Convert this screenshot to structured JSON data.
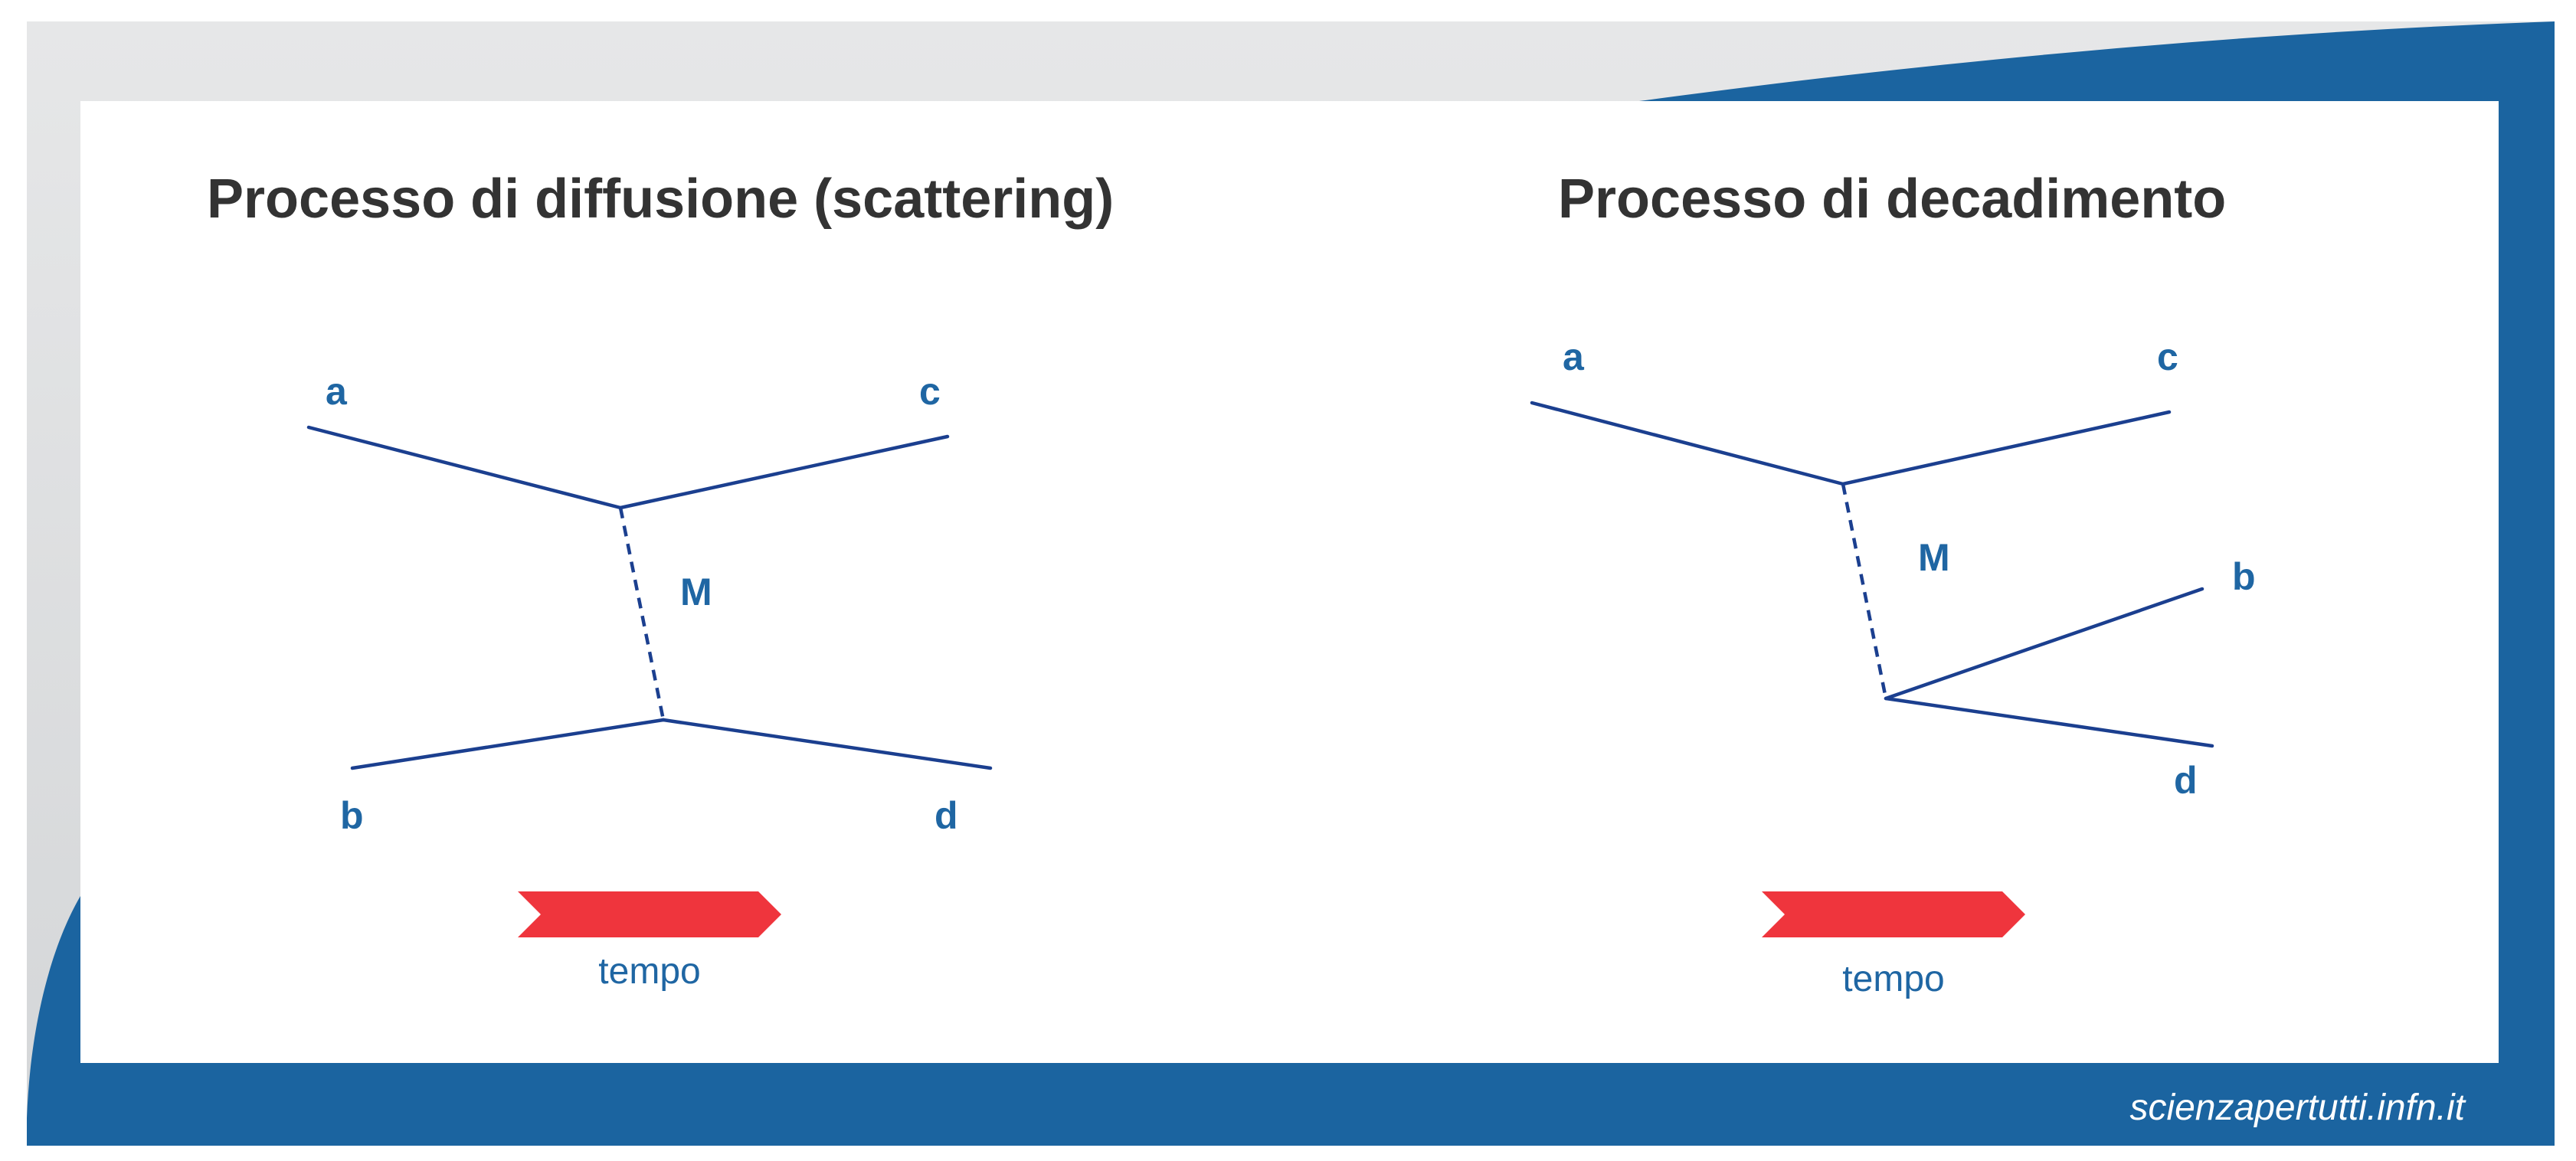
{
  "scattering": {
    "title": "Processo di diffusione (scattering)",
    "label_a": "a",
    "label_b": "b",
    "label_c": "c",
    "label_d": "d",
    "label_m": "M",
    "time_label": "tempo"
  },
  "decay": {
    "title": "Processo di decadimento",
    "label_a": "a",
    "label_b": "b",
    "label_c": "c",
    "label_d": "d",
    "label_m": "M",
    "time_label": "tempo"
  },
  "footer": {
    "url": "scienzapertutti.infn.it"
  },
  "colors": {
    "frame_blue": "#1b64a0",
    "line_blue": "#1b3f8f",
    "label_blue": "#1f66a3",
    "arrow_red": "#ef353d",
    "title_gray": "#333333"
  }
}
